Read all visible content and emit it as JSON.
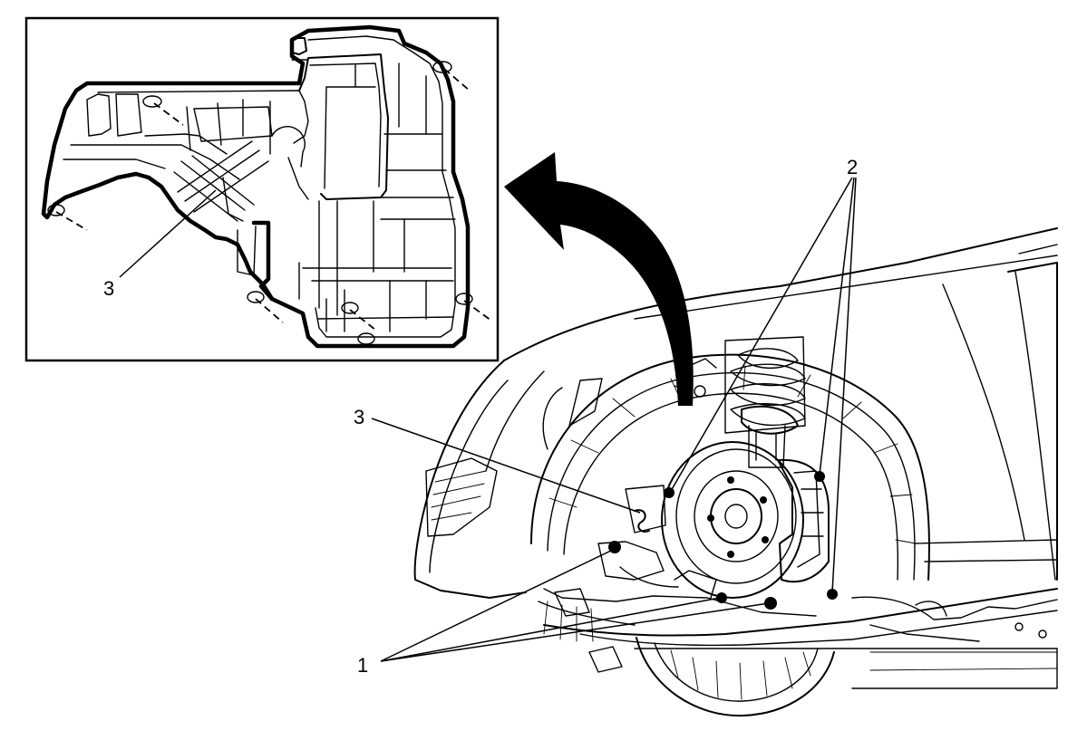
{
  "callouts": {
    "inset_fastener_label": "3",
    "main_fastener_label": "3",
    "upper_fasteners_label": "2",
    "lower_fasteners_label": "1"
  },
  "colors": {
    "line": "#000000",
    "background": "#ffffff"
  },
  "icons": {
    "direction_arrow": "curved-arrow-icon"
  }
}
